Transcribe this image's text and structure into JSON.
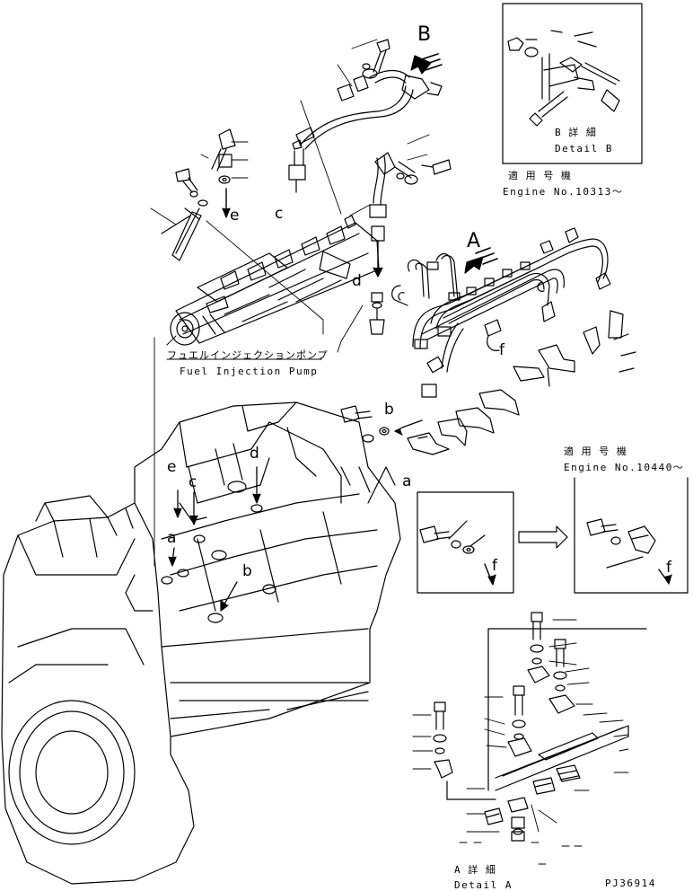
{
  "callouts": {
    "big_A": "A",
    "big_B": "B",
    "a": "a",
    "b": "b",
    "c": "c",
    "d": "d",
    "e": "e",
    "f": "f"
  },
  "detail_b": {
    "jp": "B 詳 細",
    "en": "Detail B",
    "applicable_jp": "適 用 号 機",
    "engine_no": "Engine No.10313～"
  },
  "detail_a": {
    "jp": "A 詳 細",
    "en": "Detail A"
  },
  "bracket_variant": {
    "applicable_jp": "適 用 号 機",
    "engine_no": "Engine No.10440～"
  },
  "pump": {
    "jp": "フュエルインジェクションポンプ",
    "en": "Fuel Injection Pump"
  },
  "drawing_code": "PJ36914"
}
